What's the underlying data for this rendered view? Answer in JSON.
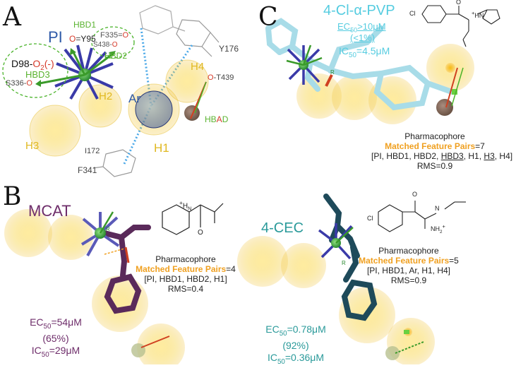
{
  "panelA": {
    "letter": "A",
    "pi": "PI",
    "hbd1": "HBD1",
    "hbd2": "HBD2",
    "hbd3": "HBD3",
    "y95": "Y95",
    "f335": "F335",
    "s438": "S438",
    "d98": "D98",
    "o2": "O",
    "o2sub": "2",
    "o2charge": "(-)",
    "s336": "S336",
    "o": "O",
    "h2": "H2",
    "h3": "H3",
    "h4": "H4",
    "h1": "H1",
    "ar": "Ar",
    "i172": "I172",
    "f341": "F341",
    "y176": "Y176",
    "t439": "T439",
    "hbad_hb": "HB",
    "hbad_a": "A",
    "hbad_d": "D"
  },
  "panelB": {
    "letter": "B",
    "name": "MCAT",
    "pharmacophore": "Pharmacophore",
    "matched": "Matched Feature Pairs",
    "matched_count": "=4",
    "features": "[PI, HBD1, HBD2, H1]",
    "rms": "RMS=0.4",
    "ec50_label": "EC",
    "ec50_value": "=54μM",
    "efficacy": "(65%)",
    "ic50_label": "IC",
    "ic50_value": "=29μM"
  },
  "panelC": {
    "letter": "C",
    "name": "4-Cl-α-PVP",
    "ec50_label": "EC",
    "ec50_value": ">10μM",
    "efficacy": "(<1%)",
    "ic50_label": "IC",
    "ic50_value": "=4.5μM",
    "pharmacophore": "Pharmacophore",
    "matched": "Matched Feature Pairs",
    "matched_count": "=7",
    "features_pre": "[PI, HBD1, HBD2, ",
    "features_hbd3": "HBD3",
    "features_mid": ", H1, ",
    "features_h3": "H3",
    "features_post": ", H4]",
    "rms": "RMS=0.9"
  },
  "panel4cec": {
    "name": "4-CEC",
    "pharmacophore": "Pharmacophore",
    "matched": "Matched Feature Pairs",
    "matched_count": "=5",
    "features": "[PI, HBD1, Ar, H1, H4]",
    "rms": "RMS=0.9",
    "ec50_label": "EC",
    "ec50_value": "=0.78μM",
    "efficacy": "(92%)",
    "ic50_label": "IC",
    "ic50_value": "=0.36μM"
  },
  "sub50": "50",
  "structures": {
    "mcat_n": "N",
    "mcat_h": "H",
    "mcat_plus": "+",
    "mcat_o": "O",
    "pvp_cl": "Cl",
    "pvp_o": "O",
    "pvp_hn": "HN",
    "pvp_plus": "+",
    "cec_cl": "Cl",
    "cec_o": "O",
    "cec_n": "N",
    "cec_h": "H",
    "cec_sub2": "2",
    "cec_plus": "+",
    "small_r": "R"
  },
  "colors": {
    "mcat": "#6e2d6a",
    "cec": "#2a9a9a",
    "pvp": "#55cce0",
    "hbd_green": "#5ab330",
    "hydro_yellow": "#f5d020",
    "ar_blue": "#2f5aa8",
    "oxygen_red": "#d63a2a",
    "accent_orange": "#f0a020"
  }
}
